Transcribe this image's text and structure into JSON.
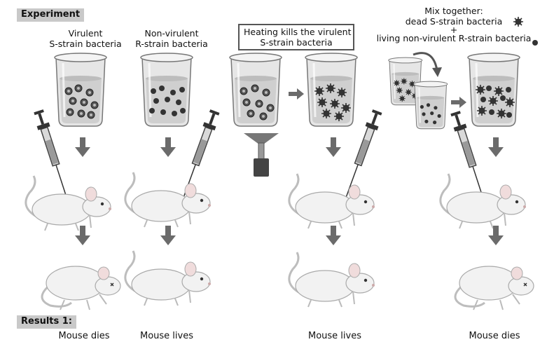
{
  "header": {
    "experiment_tag": "Experiment"
  },
  "labels": {
    "virulent": [
      "Virulent",
      "S-strain bacteria"
    ],
    "nonvirulent": [
      "Non-virulent",
      "R-strain bacteria"
    ],
    "heating": [
      "Heating kills the virulent",
      "S-strain bacteria"
    ],
    "mix_title": "Mix together:",
    "mix_dead": "dead S-strain bacteria",
    "mix_plus": "+",
    "mix_living": "living non-virulent R-strain bacteria"
  },
  "results": {
    "tag": "Results 1:",
    "outcomes": [
      "Mouse dies",
      "Mouse lives",
      "Mouse lives",
      "Mouse dies"
    ]
  },
  "colors": {
    "arrow": "#6b6b6b",
    "beaker_glass": "#e6e6e6",
    "liquid": "#cfcfcf",
    "bacteria_s": "#444444",
    "bacteria_r": "#2e2e2e",
    "mouse": "#f2f2f2",
    "tag_bg": "#c9c9c9"
  }
}
